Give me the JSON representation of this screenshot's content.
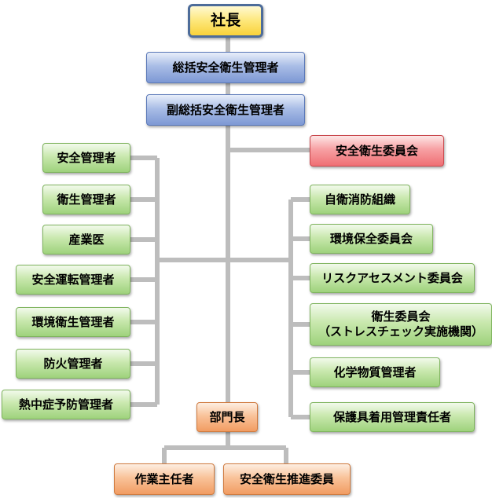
{
  "president": "社長",
  "general_manager": "総括安全衛生管理者",
  "deputy_general_manager": "副総括安全衛生管理者",
  "committee": "安全衛生委員会",
  "left_items": [
    "安全管理者",
    "衛生管理者",
    "産業医",
    "安全運転管理者",
    "環境衛生管理者",
    "防火管理者",
    "熱中症予防管理者"
  ],
  "right_items": [
    {
      "line1": "自衛消防組織"
    },
    {
      "line1": "環境保全委員会"
    },
    {
      "line1": "リスクアセスメント委員会"
    },
    {
      "line1": "衛生委員会",
      "line2": "（ストレスチェック実施機関）"
    },
    {
      "line1": "化学物質管理者"
    },
    {
      "line1": "保護具着用管理責任者"
    }
  ],
  "department_head": "部門長",
  "work_leader": "作業主任者",
  "promotion_member": "安全衛生推進委員",
  "colors": {
    "connector": "#bdbdbd",
    "green": "#9ed27c",
    "blue": "#7d98d4",
    "red": "#ef6f74",
    "orange": "#f19c62",
    "yellow": "#f9d23a"
  }
}
